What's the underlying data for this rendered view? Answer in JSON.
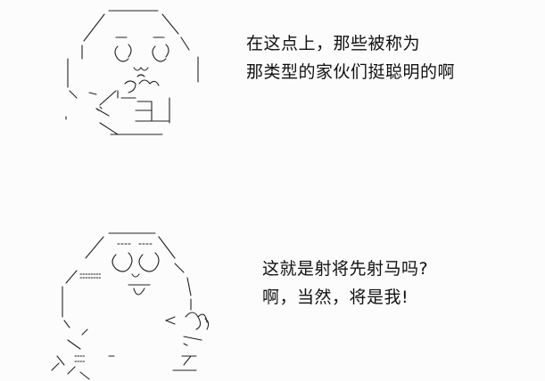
{
  "panels": [
    {
      "caption": {
        "lines": [
          "在这点上，那些被称为",
          "那类型的家伙们挺聪明的啊"
        ]
      }
    },
    {
      "caption": {
        "lines": [
          "这就是射将先射马吗?",
          "啊，当然，将是我!"
        ]
      }
    }
  ]
}
